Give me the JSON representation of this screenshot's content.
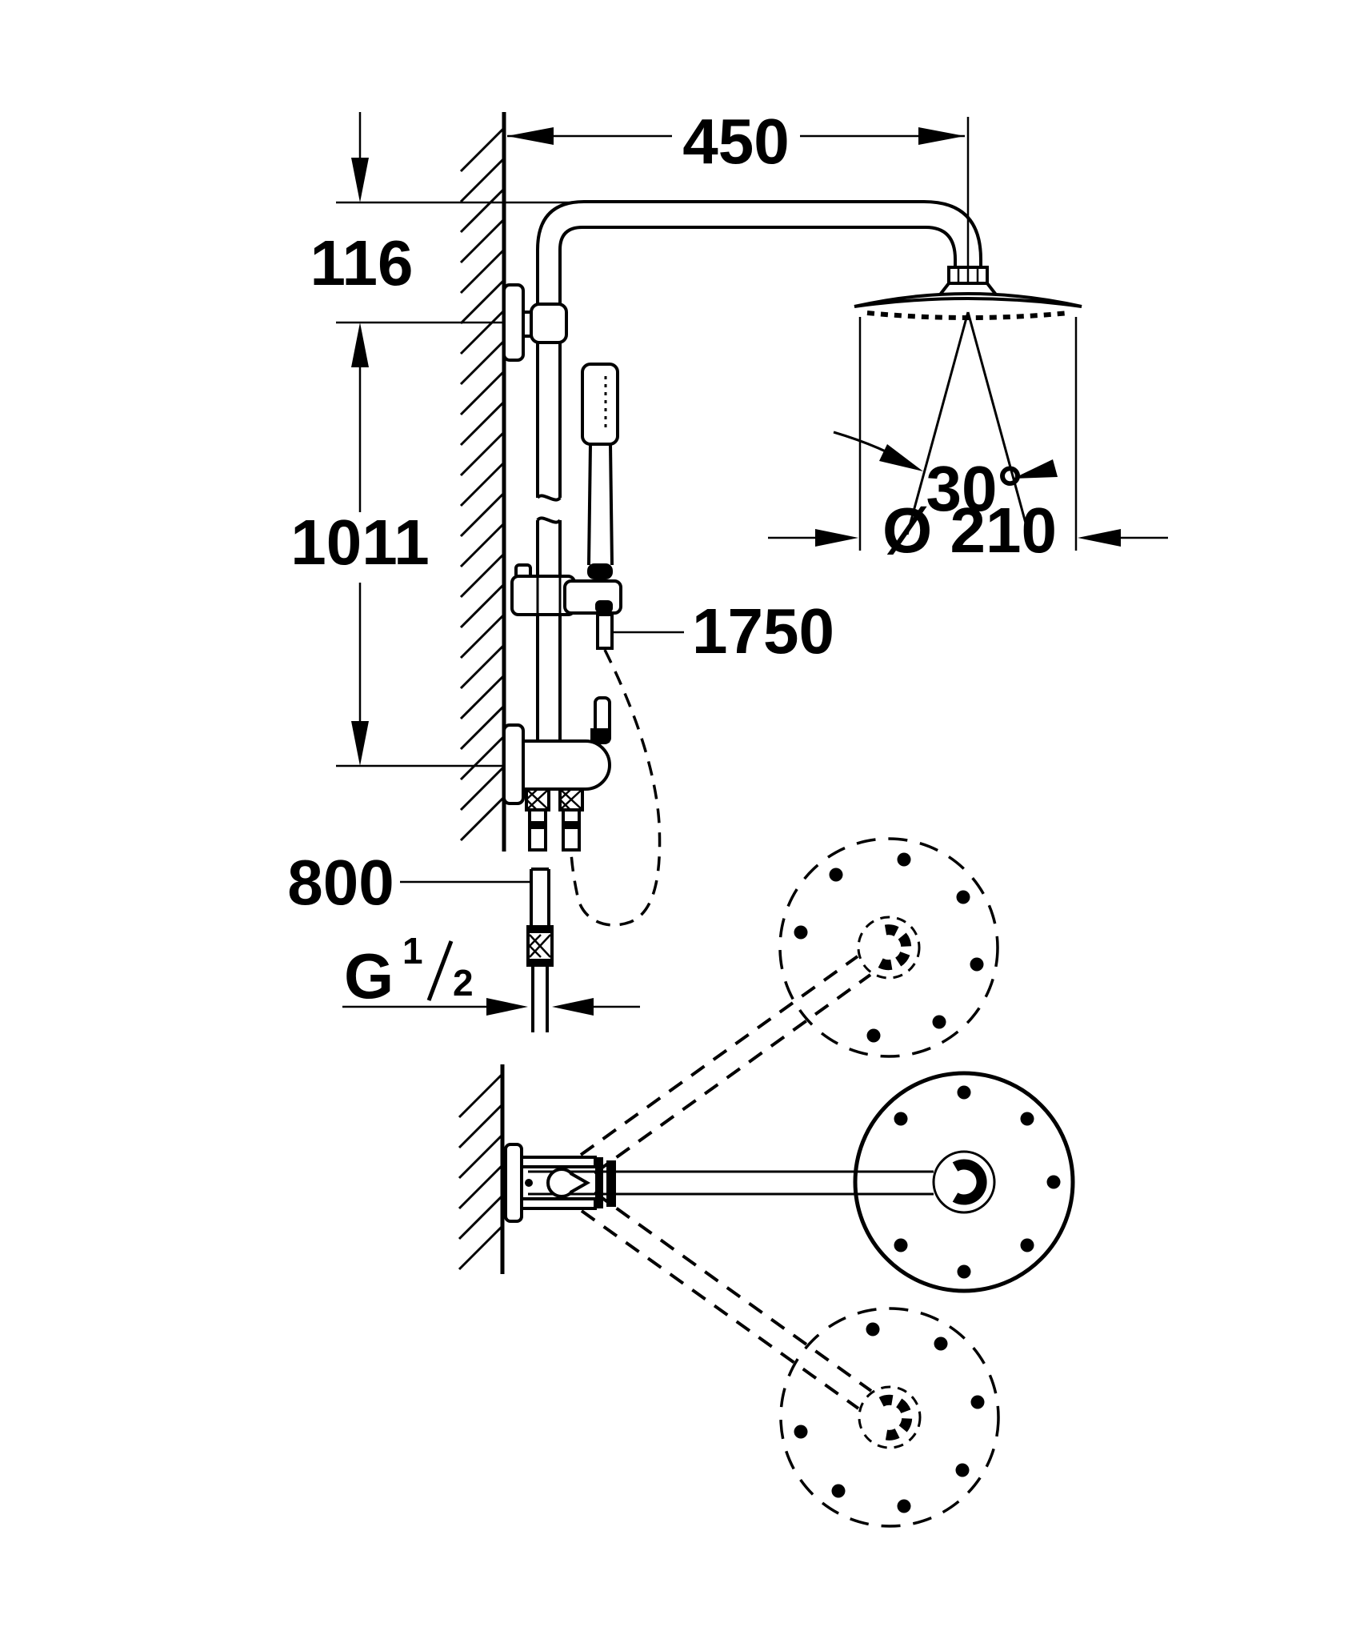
{
  "page": {
    "background": "#ffffff",
    "line_color": "#000000"
  },
  "labels": {
    "reach": "450",
    "drop": "116",
    "rail": "1011",
    "hand_hose": "1750",
    "supply_hose": "800",
    "spray_angle": "30°",
    "head_diameter": "Ø 210",
    "thread": {
      "prefix": "G",
      "numerator": "1",
      "denominator": "2"
    }
  }
}
